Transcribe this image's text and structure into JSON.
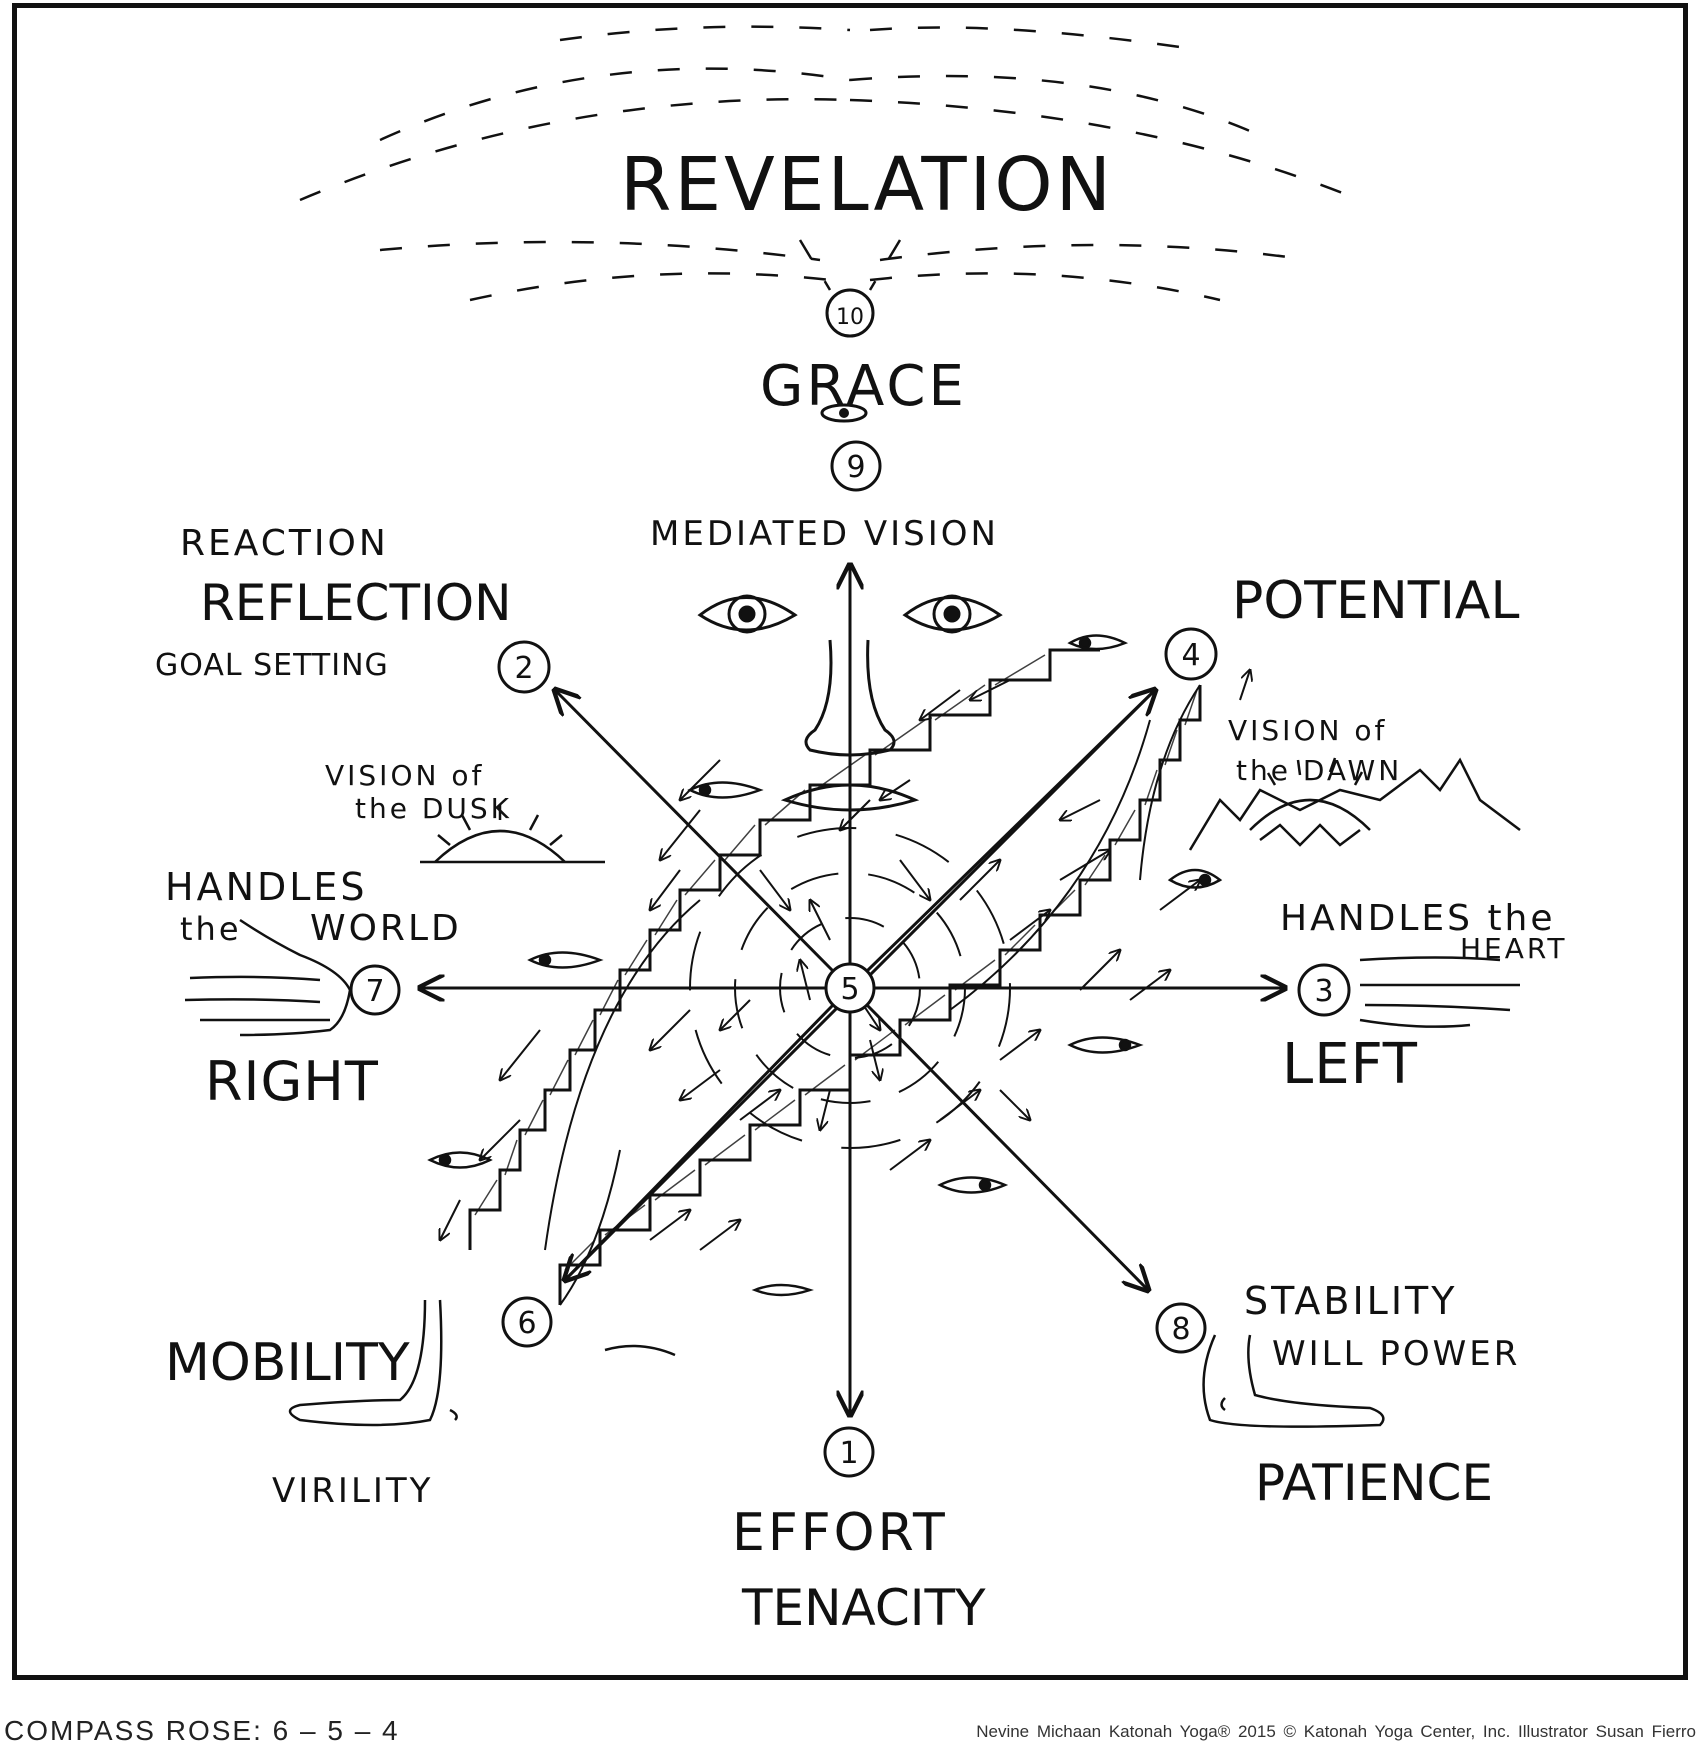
{
  "labels": {
    "revelation": "REVELATION",
    "grace": "GRACE",
    "mediated_vision": "MEDIATED VISION",
    "reaction": "REACTION",
    "reflection": "REFLECTION",
    "goal_setting": "GOAL SETTING",
    "potential": "POTENTIAL",
    "vision_of_the_dusk_1": "VISION of",
    "vision_of_the_dusk_2": "the DUSK",
    "vision_of_the_dawn_1": "VISION of",
    "vision_of_the_dawn_2": "the DAWN",
    "handles_the_world_1": "HANDLES",
    "handles_the_world_2": "the",
    "handles_the_world_3": "WORLD",
    "handles_the_heart_1": "HANDLES the",
    "handles_the_heart_2": "HEART",
    "right": "RIGHT",
    "left": "LEFT",
    "mobility": "MOBILITY",
    "virility": "VIRILITY",
    "stability": "STABILITY",
    "will_power": "WILL POWER",
    "patience": "PATIENCE",
    "effort": "EFFORT",
    "tenacity": "TENACITY"
  },
  "nodes": {
    "n1": "1",
    "n2": "2",
    "n3": "3",
    "n4": "4",
    "n5": "5",
    "n6": "6",
    "n7": "7",
    "n8": "8",
    "n9": "9",
    "n10": "10"
  },
  "caption": {
    "title": "COMPASS ROSE: 6 – 5 – 4",
    "credit": "Nevine Michaan   Katonah Yoga®   2015 © Katonah Yoga Center, Inc.   Illustrator Susan Fierro"
  }
}
